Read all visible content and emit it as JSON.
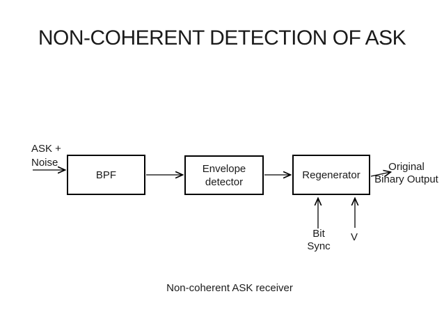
{
  "slide": {
    "title": "NON-COHERENT DETECTION OF ASK",
    "caption": "Non-coherent ASK receiver"
  },
  "colors": {
    "background": "#ffffff",
    "text": "#1a1a1a",
    "line": "#000000"
  },
  "diagram": {
    "input_label": "ASK +\nNoise",
    "blocks": [
      {
        "id": "bpf",
        "label": "BPF"
      },
      {
        "id": "envelope-detector",
        "label": "Envelope\ndetector"
      },
      {
        "id": "regenerator",
        "label": "Regenerator"
      }
    ],
    "output_label": "Original\nBinary Output",
    "bottom_inputs": [
      {
        "id": "bit-sync",
        "label": "Bit\nSync"
      },
      {
        "id": "v",
        "label": "V"
      }
    ],
    "connections": [
      {
        "from": "ASK + Noise",
        "to": "BPF"
      },
      {
        "from": "BPF",
        "to": "Envelope detector"
      },
      {
        "from": "Envelope detector",
        "to": "Regenerator"
      },
      {
        "from": "Regenerator",
        "to": "Original Binary Output"
      },
      {
        "from": "Bit Sync",
        "to": "Regenerator"
      },
      {
        "from": "V",
        "to": "Regenerator"
      }
    ]
  }
}
